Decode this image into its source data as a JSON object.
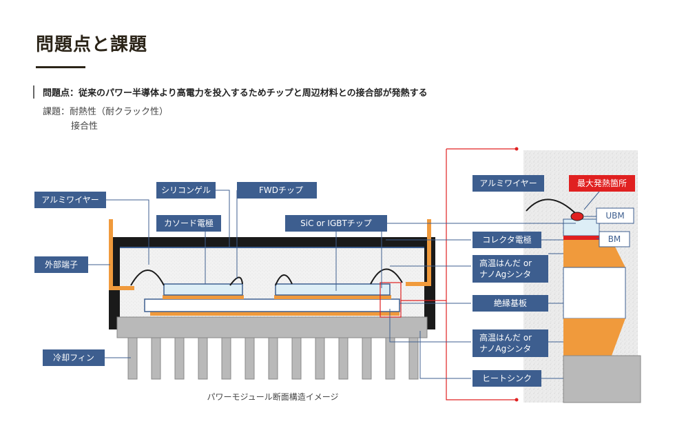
{
  "title": "問題点と課題",
  "problem": "問題点：従来のパワー半導体より高電力を投入するためチップと周辺材料との接合部が発熱する",
  "issues": {
    "line1": "課題：耐熱性（耐クラック性）",
    "line2": "接合性"
  },
  "left_labels": {
    "aluminum_wire": "アルミワイヤー",
    "silicone_gel": "シリコンゲル",
    "fwd_chip": "FWDチップ",
    "cathode_electrode": "カソード電極",
    "sic_igbt_chip": "SiC or IGBTチップ",
    "external_terminal": "外部端子",
    "cooling_fin": "冷却フィン"
  },
  "caption": "パワーモジュール断面構造イメージ",
  "right_labels": {
    "aluminum_wire": "アルミワイヤー",
    "max_heat_point": "最大発熱箇所",
    "ubm": "UBM",
    "bm": "BM",
    "collector_electrode": "コレクタ電極",
    "solder_upper_1": "高温はんだ or",
    "solder_upper_2": "ナノAgシンタ",
    "insulating_substrate": "絶縁基板",
    "solder_lower_1": "高温はんだ or",
    "solder_lower_2": "ナノAgシンタ",
    "heat_sink": "ヒートシンク"
  },
  "colors": {
    "label_bg": "#3d5e8f",
    "leader": "#3d5e8f",
    "orange": "#f09a3c",
    "black": "#1a1a1a",
    "gray": "#b9b9b9",
    "red": "#e02020"
  }
}
